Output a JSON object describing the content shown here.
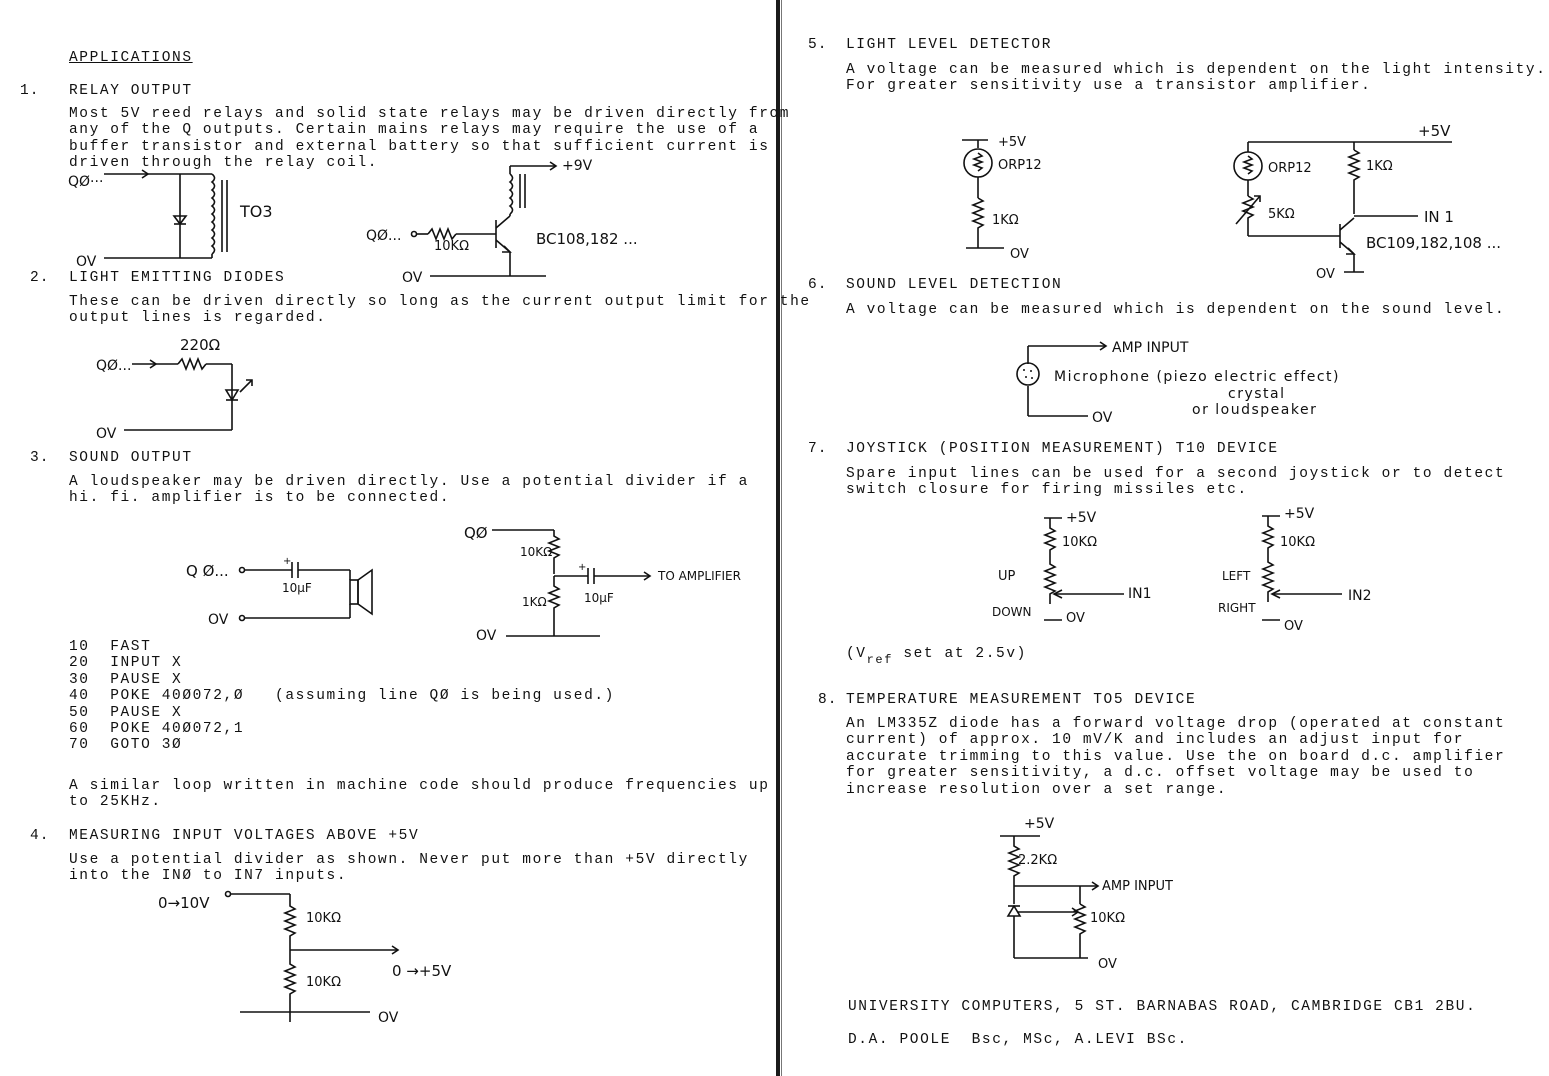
{
  "left": {
    "heading": "APPLICATIONS",
    "s1": {
      "num": "1.",
      "title": "RELAY OUTPUT",
      "lines": [
        "Most 5V reed relays and solid state relays may be driven directly from",
        "any of the Q outputs. Certain mains relays may require the use of a",
        "buffer transistor and external battery so that sufficient current is",
        "driven through the relay coil."
      ],
      "d_q0": "QØ···",
      "d_to3": "TO3",
      "d_0v": "OV",
      "d_q0b": "QØ...",
      "d_10k": "10KΩ",
      "d_9v": "+9V",
      "d_bc": "BC108,182 ...",
      "d_0v2": "OV"
    },
    "s2": {
      "num": "2.",
      "title": "LIGHT EMITTING DIODES",
      "lines": [
        "These can be driven directly so long as the current output limit for the",
        "output lines is regarded."
      ],
      "d_220": "220Ω",
      "d_q0": "QØ...",
      "d_0v": "OV"
    },
    "s3": {
      "num": "3.",
      "title": "SOUND OUTPUT",
      "lines": [
        "A loudspeaker may be driven directly. Use a potential divider if a",
        "hi. fi. amplifier is to be connected."
      ],
      "d_q0": "Q Ø...",
      "d_10uf": "10μF",
      "d_0v": "OV",
      "d_q0b": "QØ",
      "d_10k": "10KΩ",
      "d_1k": "1KΩ",
      "d_10uf2": "10μF",
      "d_amp": "TO AMPLIFIER",
      "d_0v2": "OV",
      "code": [
        "10  FAST",
        "20  INPUT X",
        "30  PAUSE X",
        "40  POKE 40Ø072,Ø   (assuming line QØ is being used.)",
        "50  PAUSE X",
        "60  POKE 40Ø072,1",
        "70  GOTO 3Ø"
      ],
      "after": [
        "A similar loop written in machine code should produce frequencies up",
        "to 25KHz."
      ]
    },
    "s4": {
      "num": "4.",
      "title": "MEASURING INPUT VOLTAGES ABOVE +5V",
      "lines": [
        "Use a potential divider as shown. Never put more than +5V directly",
        "into the INØ to IN7 inputs."
      ],
      "d_in": "0→10V",
      "d_10k1": "10KΩ",
      "d_10k2": "10KΩ",
      "d_out": "0 →+5V",
      "d_0v": "OV"
    }
  },
  "right": {
    "s5": {
      "num": "5.",
      "title": "LIGHT LEVEL DETECTOR",
      "lines": [
        "A voltage can be measured which is dependent on the light intensity.",
        "For greater sensitivity use a transistor amplifier."
      ],
      "a_5v": "+5V",
      "a_orp": "ORP12",
      "a_1k": "1KΩ",
      "a_0v": "OV",
      "b_5v": "+5V",
      "b_orp": "ORP12",
      "b_1k": "1KΩ",
      "b_5k": "5KΩ",
      "b_in1": "IN 1",
      "b_bc": "BC109,182,108 ...",
      "b_0v": "OV"
    },
    "s6": {
      "num": "6.",
      "title": "SOUND LEVEL DETECTION",
      "lines": [
        "A voltage can be measured which is dependent on the sound level."
      ],
      "d_amp": "AMP INPUT",
      "d_mic": "Microphone (piezo electric effect)",
      "d_crystal": "crystal",
      "d_loud": "or loudspeaker",
      "d_0v": "OV"
    },
    "s7": {
      "num": "7.",
      "title": "JOYSTICK (POSITION MEASUREMENT) T10 DEVICE",
      "lines": [
        "Spare input lines can be used for a second joystick or to detect",
        "switch closure for firing missiles etc."
      ],
      "a_5v": "+5V",
      "a_10k": "10KΩ",
      "a_up": "UP",
      "a_down": "DOWN",
      "a_in": "IN1",
      "a_0v": "OV",
      "b_5v": "+5V",
      "b_10k": "10KΩ",
      "b_left": "LEFT",
      "b_right": "RIGHT",
      "b_in": "IN2",
      "b_0v": "OV",
      "vref": "(V",
      "vref_sub": "ref",
      "vref_rest": " set at 2.5v)"
    },
    "s8": {
      "num": "8.",
      "title": "TEMPERATURE MEASUREMENT TO5 DEVICE",
      "lines": [
        "An LM335Z diode has a forward voltage drop (operated at constant",
        "current) of approx. 10 mV/K and includes an adjust input for",
        "accurate trimming to this value. Use the on board d.c. amplifier",
        "for greater sensitivity, a d.c. offset voltage may be used to",
        "increase resolution over a set range."
      ],
      "d_5v": "+5V",
      "d_22k": "2.2KΩ",
      "d_amp": "AMP INPUT",
      "d_10k": "10KΩ",
      "d_0v": "OV"
    },
    "address": "UNIVERSITY COMPUTERS, 5 ST. BARNABAS ROAD, CAMBRIDGE CB1 2BU.",
    "authors": "D.A. POOLE  Bsc, MSc, A.LEVI BSc."
  }
}
